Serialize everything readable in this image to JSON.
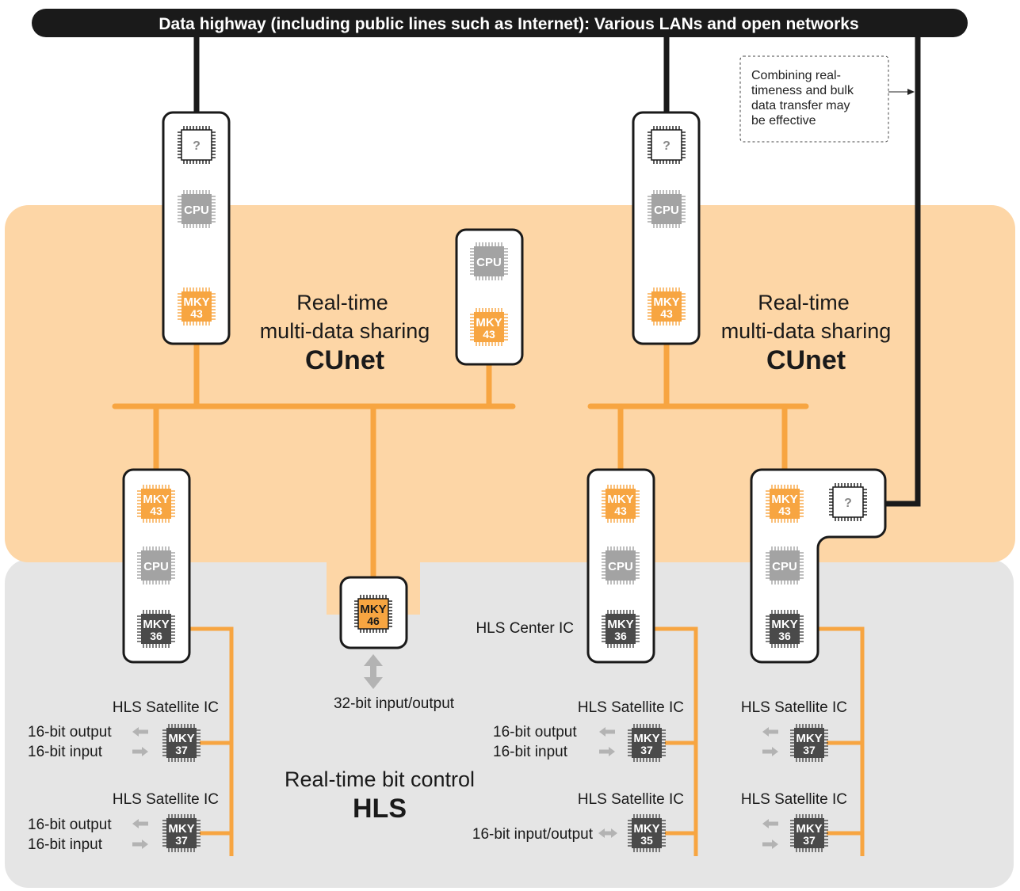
{
  "highway": {
    "title": "Data highway (including public lines such as Internet):  Various LANs and open networks"
  },
  "note": {
    "lines": [
      "Combining real-",
      "timeness and bulk",
      "data transfer may",
      "be effective"
    ]
  },
  "cunet": {
    "line1": "Real-time",
    "line2": "multi-data sharing",
    "name": "CUnet"
  },
  "hls": {
    "line1": "Real-time bit control",
    "name": "HLS"
  },
  "chip_labels": {
    "unknown": "?",
    "cpu": "CPU",
    "mky": "MKY",
    "mky43_num": "43",
    "mky46_num": "46",
    "mky36_num": "36",
    "mky37_num": "37",
    "mky35_num": "35"
  },
  "labels": {
    "io32": "32-bit input/output",
    "center": "HLS Center IC",
    "satellite": "HLS Satellite IC",
    "out16": "16-bit output",
    "in16": "16-bit input",
    "io16": "16-bit input/output"
  },
  "colors": {
    "orange": "#f7a541",
    "cunet_bg": "#fdd6a6",
    "hls_bg": "#e5e5e5",
    "cpu_gray": "#a3a3a3",
    "dark_chip": "#4a4a4a",
    "arrow_gray": "#b3b3b3",
    "highway": "#1a1a1a"
  }
}
